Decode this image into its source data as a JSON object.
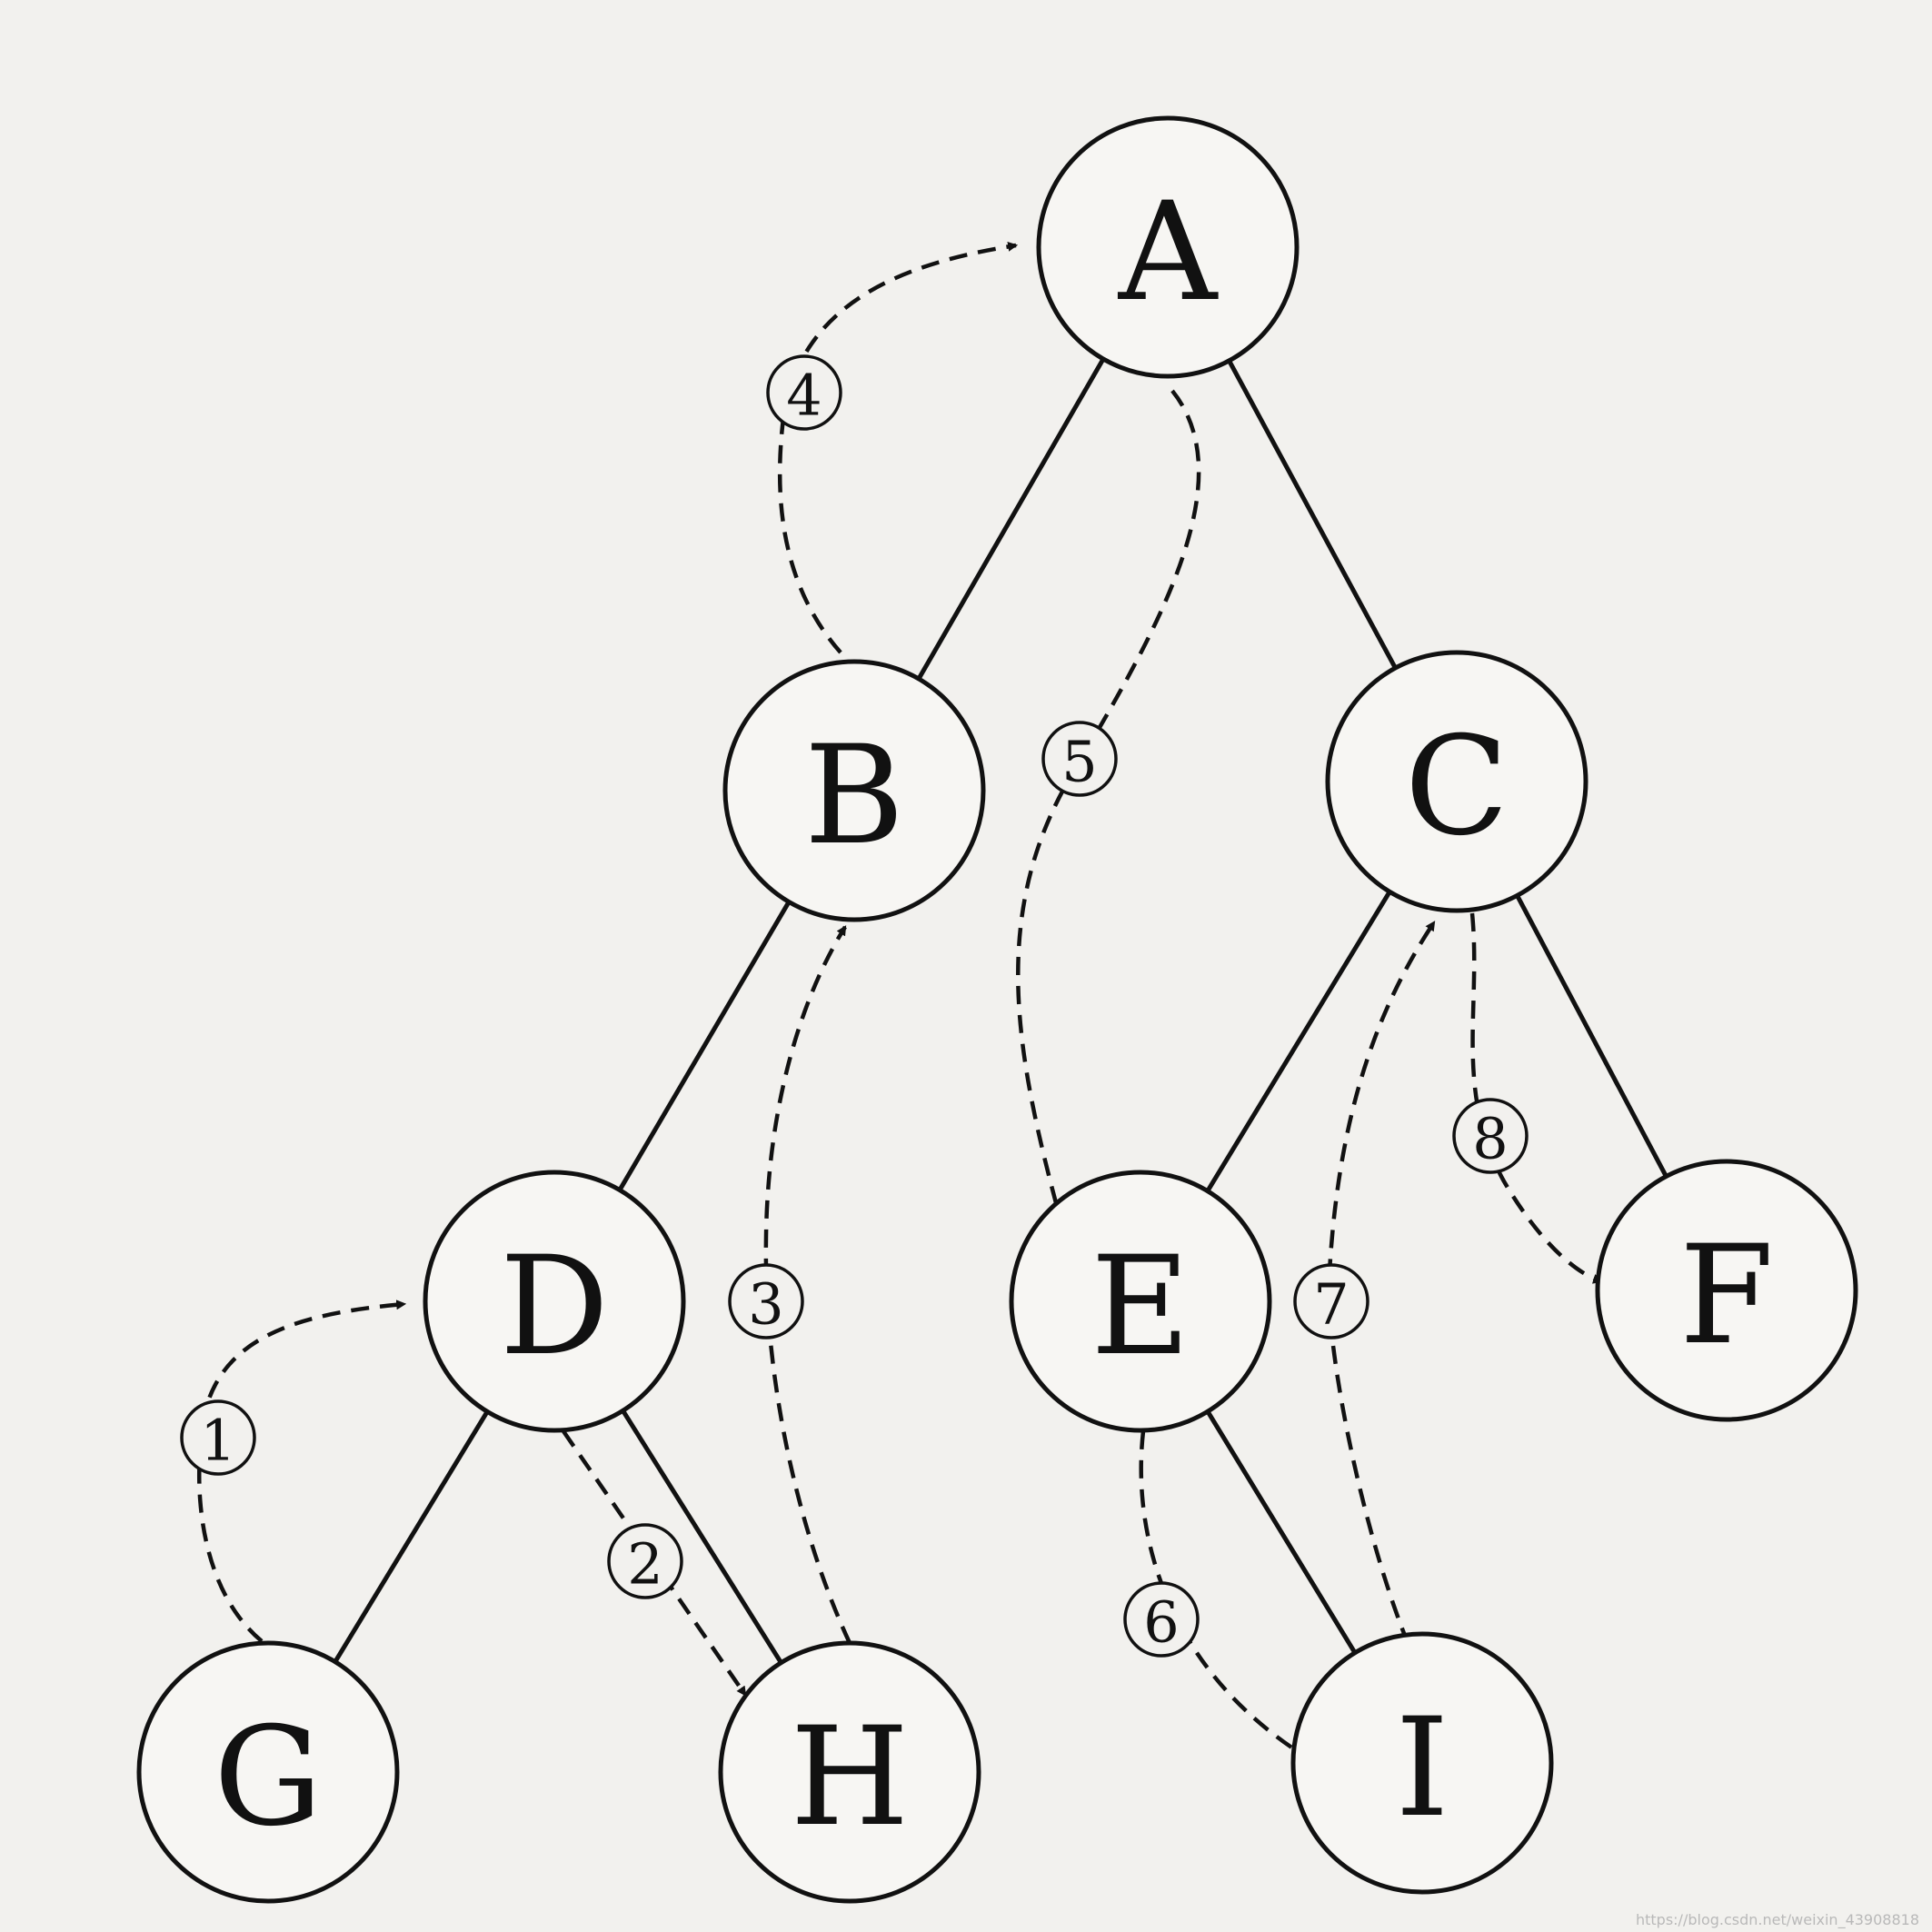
{
  "nodes": [
    {
      "id": "A",
      "label": "A"
    },
    {
      "id": "B",
      "label": "B"
    },
    {
      "id": "C",
      "label": "C"
    },
    {
      "id": "D",
      "label": "D"
    },
    {
      "id": "E",
      "label": "E"
    },
    {
      "id": "F",
      "label": "F"
    },
    {
      "id": "G",
      "label": "G"
    },
    {
      "id": "H",
      "label": "H"
    },
    {
      "id": "I",
      "label": "I"
    }
  ],
  "edges": [
    {
      "from": "A",
      "to": "B"
    },
    {
      "from": "A",
      "to": "C"
    },
    {
      "from": "B",
      "to": "D"
    },
    {
      "from": "C",
      "to": "E"
    },
    {
      "from": "C",
      "to": "F"
    },
    {
      "from": "D",
      "to": "G"
    },
    {
      "from": "D",
      "to": "H"
    },
    {
      "from": "E",
      "to": "I"
    }
  ],
  "steps": [
    {
      "number": "1",
      "from": "G",
      "to": "D"
    },
    {
      "number": "2",
      "from": "D",
      "to": "H"
    },
    {
      "number": "3",
      "from": "H",
      "to": "B"
    },
    {
      "number": "4",
      "from": "B",
      "to": "A"
    },
    {
      "number": "5",
      "from": "A",
      "to": "E"
    },
    {
      "number": "6",
      "from": "E",
      "to": "I"
    },
    {
      "number": "7",
      "from": "I",
      "to": "C"
    },
    {
      "number": "8",
      "from": "C",
      "to": "F"
    }
  ],
  "watermark": "https://blog.csdn.net/weixin_43908818"
}
